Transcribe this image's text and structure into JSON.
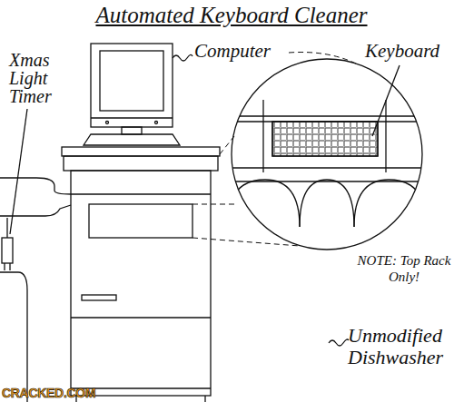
{
  "diagram": {
    "title": "Automated Keyboard Cleaner",
    "labels": [
      "Xmas Light Timer",
      "Computer",
      "Keyboard",
      "NOTE: Top Rack Only!",
      "Unmodified Dishwasher",
      "CRACKED.COM"
    ]
  }
}
